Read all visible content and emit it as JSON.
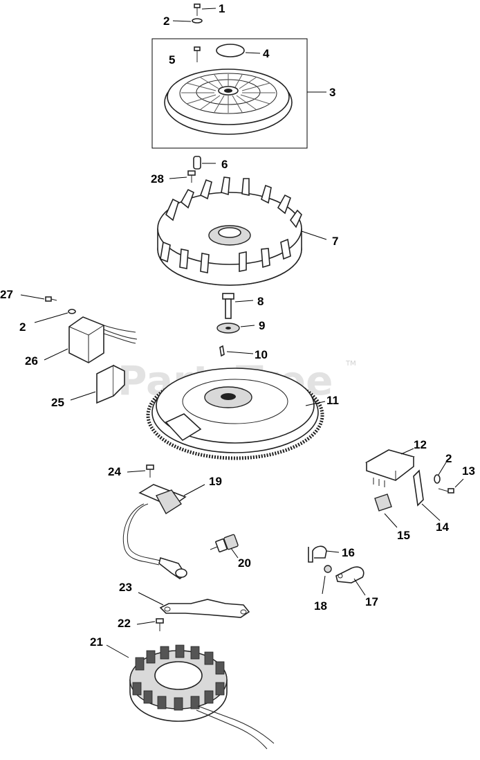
{
  "watermark": {
    "text": "PartsTree",
    "trademark": "TM"
  },
  "callouts": [
    "1",
    "2",
    "3",
    "4",
    "5",
    "6",
    "7",
    "8",
    "9",
    "10",
    "11",
    "12",
    "13",
    "14",
    "15",
    "16",
    "17",
    "18",
    "19",
    "20",
    "21",
    "22",
    "23",
    "24",
    "25",
    "26",
    "27",
    "28"
  ],
  "callouts_repeat": {
    "two": "2"
  }
}
